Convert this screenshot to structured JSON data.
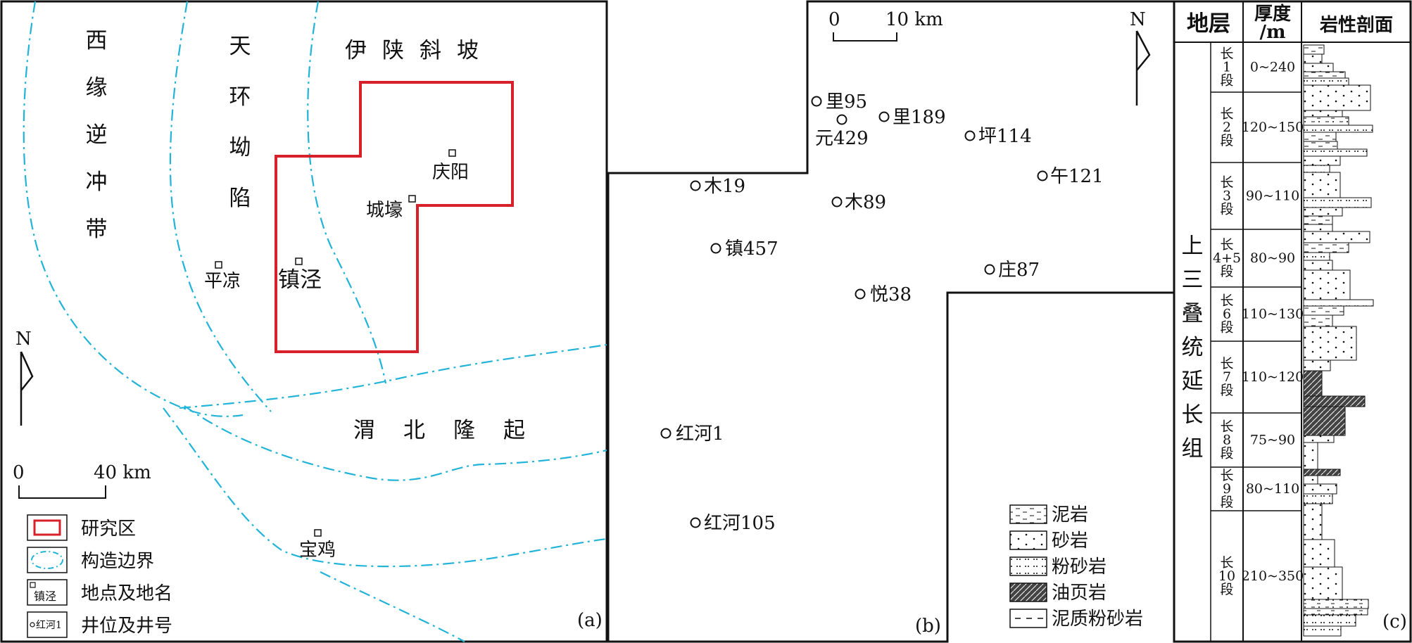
{
  "colors": {
    "study_area": "#d8202a",
    "boundary": "#22b4d8",
    "ink": "#111111"
  },
  "panel_a": {
    "label": "(a)",
    "zones": [
      "西缘逆冲带",
      "天环坳陷",
      "伊陕斜坡",
      "渭北隆起"
    ],
    "places": [
      "庆阳",
      "城壕",
      "平凉",
      "镇泾",
      "宝鸡"
    ],
    "scale": {
      "zero": "0",
      "value": "40 km"
    },
    "north": "N",
    "legend": [
      {
        "key": "study",
        "label": "研究区"
      },
      {
        "key": "boundary",
        "label": "构造边界"
      },
      {
        "key": "place",
        "label": "地点及地名",
        "sample": "镇泾"
      },
      {
        "key": "well",
        "label": "井位及井号",
        "sample": "红河1"
      }
    ]
  },
  "panel_b": {
    "label": "(b)",
    "scale": {
      "zero": "0",
      "value": "10 km"
    },
    "north": "N",
    "wells": [
      "里95",
      "元429",
      "里189",
      "坪114",
      "午121",
      "木19",
      "木89",
      "镇457",
      "庄87",
      "悦38",
      "红河1",
      "红河105"
    ],
    "legend": [
      "泥岩",
      "砂岩",
      "粉砂岩",
      "油页岩",
      "泥质粉砂岩"
    ]
  },
  "panel_c": {
    "label": "(c)",
    "headers": {
      "stratum": "地层",
      "thickness": "厚度/m",
      "lithology": "岩性剖面"
    },
    "formation": "上三叠统延长组",
    "members": [
      {
        "name": "长1段",
        "thickness": "0~240"
      },
      {
        "name": "长2段",
        "thickness": "120~150"
      },
      {
        "name": "长3段",
        "thickness": "90~110"
      },
      {
        "name": "长4+5段",
        "thickness": "80~90"
      },
      {
        "name": "长6段",
        "thickness": "110~130"
      },
      {
        "name": "长7段",
        "thickness": "110~120"
      },
      {
        "name": "长8段",
        "thickness": "75~90"
      },
      {
        "name": "长9段",
        "thickness": "80~110"
      },
      {
        "name": "长10段",
        "thickness": "210~350"
      }
    ]
  }
}
